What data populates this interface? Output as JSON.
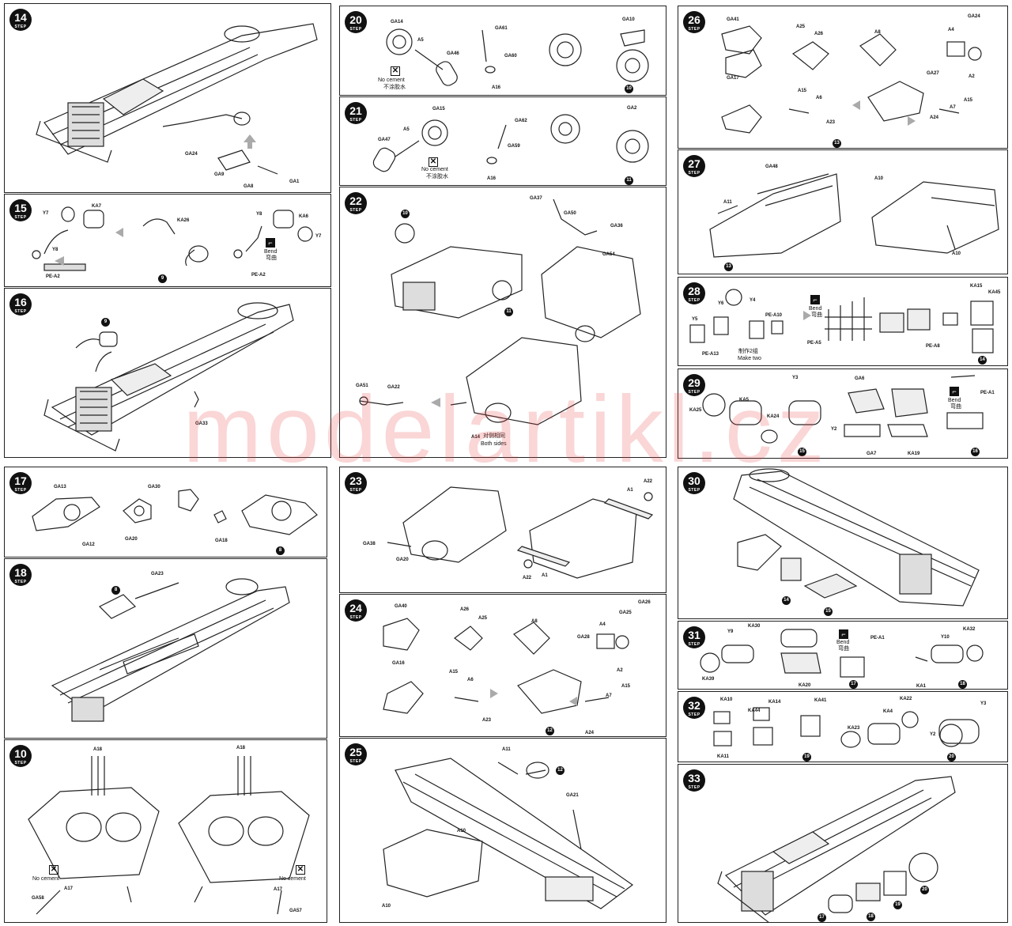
{
  "watermark": "modelartikl.cz",
  "step_word": "STEP",
  "steps": {
    "s14": {
      "num": "14",
      "labels": {
        "l1": "GA24",
        "l2": "GA9",
        "l3": "GA8",
        "l4": "GA1"
      }
    },
    "s15": {
      "num": "15",
      "labels": {
        "l1": "Y7",
        "l2": "KA7",
        "l3": "Y8",
        "l4": "PE-A2",
        "l5": "KA26",
        "l6": "Y8",
        "l7": "KA6",
        "l8": "Y7",
        "l9": "PE-A2"
      },
      "bend": "Bend",
      "bend_cn": "弯曲",
      "ref": "9"
    },
    "s16": {
      "num": "16",
      "labels": {
        "l1": "GA33"
      },
      "ref": "9"
    },
    "s17": {
      "num": "17",
      "labels": {
        "l1": "GA13",
        "l2": "GA12",
        "l3": "GA30",
        "l4": "GA20",
        "l5": "GA18"
      },
      "ref": "8"
    },
    "s18": {
      "num": "18",
      "labels": {
        "l1": "GA23"
      },
      "ref": "8"
    },
    "s19": {
      "num": "10",
      "labels": {
        "l1": "A18",
        "l2": "A18",
        "l3": "A17",
        "l4": "GA58",
        "l5": "A17",
        "l6": "GA57"
      },
      "nocement": "No cement",
      "nocement_cn": "不涂胶水"
    },
    "s20": {
      "num": "20",
      "labels": {
        "l1": "GA14",
        "l2": "A5",
        "l3": "GA46",
        "l4": "GA61",
        "l5": "GA60",
        "l6": "A16",
        "l7": "GA10"
      },
      "nocement": "No cement",
      "nocement_cn": "不涂胶水",
      "ref": "10"
    },
    "s21": {
      "num": "21",
      "labels": {
        "l1": "GA15",
        "l2": "A5",
        "l3": "GA47",
        "l4": "GA62",
        "l5": "GA59",
        "l6": "A16",
        "l7": "GA2"
      },
      "nocement": "No cement",
      "nocement_cn": "不涂胶水",
      "ref": "11"
    },
    "s22": {
      "num": "22",
      "labels": {
        "l1": "GA37",
        "l2": "GA50",
        "l3": "GA36",
        "l4": "GA54",
        "l5": "GA51",
        "l6": "GA22",
        "l7": "A14"
      },
      "refs": {
        "r1": "10",
        "r2": "11"
      },
      "bothsides_cn": "对侧相同",
      "bothsides": "Both sides"
    },
    "s23": {
      "num": "23",
      "labels": {
        "l1": "A1",
        "l2": "A22",
        "l3": "GA38",
        "l4": "GA20",
        "l5": "A22",
        "l6": "A1"
      }
    },
    "s24": {
      "num": "24",
      "labels": {
        "l1": "GA40",
        "l2": "GA16",
        "l3": "A26",
        "l4": "A25",
        "l5": "A8",
        "l6": "A4",
        "l7": "GA25",
        "l8": "GA26",
        "l9": "GA28",
        "l10": "A2",
        "l11": "A15",
        "l12": "A6",
        "l13": "A23",
        "l14": "A7",
        "l15": "A15",
        "l16": "A24"
      },
      "ref": "12"
    },
    "s25": {
      "num": "25",
      "labels": {
        "l1": "A11",
        "l2": "GA21",
        "l3": "A10",
        "l4": "A10"
      },
      "ref": "12"
    },
    "s26": {
      "num": "26",
      "labels": {
        "l1": "GA41",
        "l2": "GA17",
        "l3": "A25",
        "l4": "A26",
        "l5": "A8",
        "l6": "GA24",
        "l7": "A4",
        "l8": "GA27",
        "l9": "A2",
        "l10": "A15",
        "l11": "A6",
        "l12": "A23",
        "l13": "A24",
        "l14": "A7",
        "l15": "A15"
      },
      "ref": "13"
    },
    "s27": {
      "num": "27",
      "labels": {
        "l1": "GA48",
        "l2": "A11",
        "l3": "A10",
        "l4": "A10"
      },
      "ref": "13"
    },
    "s28": {
      "num": "28",
      "labels": {
        "l1": "Y5",
        "l2": "Y6",
        "l3": "Y4",
        "l4": "PE-A10",
        "l5": "PE-A13",
        "l6": "PE-A5",
        "l7": "PE-A8",
        "l8": "KA15",
        "l9": "KA45"
      },
      "bend": "Bend",
      "bend_cn": "弯曲",
      "maketwo_cn": "制作2组",
      "maketwo": "Make two",
      "ref": "14"
    },
    "s29": {
      "num": "29",
      "labels": {
        "l1": "KA25",
        "l2": "KA5",
        "l3": "KA24",
        "l4": "Y3",
        "l5": "Y2",
        "l6": "GA6",
        "l7": "GA7",
        "l8": "KA19",
        "l9": "PE-A1"
      },
      "bend": "Bend",
      "bend_cn": "弯曲",
      "refs": {
        "r1": "15",
        "r2": "16"
      }
    },
    "s30": {
      "num": "30",
      "refs": {
        "r1": "14",
        "r2": "15"
      }
    },
    "s31": {
      "num": "31",
      "labels": {
        "l1": "Y9",
        "l2": "KA30",
        "l3": "KA39",
        "l4": "KA20",
        "l5": "PE-A1",
        "l6": "Y10",
        "l7": "KA32",
        "l8": "KA1"
      },
      "bend": "Bend",
      "bend_cn": "弯曲",
      "refs": {
        "r1": "17",
        "r2": "18"
      }
    },
    "s32": {
      "num": "32",
      "labels": {
        "l1": "KA10",
        "l2": "KA11",
        "l3": "KA44",
        "l4": "KA14",
        "l5": "KA41",
        "l6": "KA22",
        "l7": "KA23",
        "l8": "KA4",
        "l9": "Y3",
        "l10": "Y2"
      },
      "refs": {
        "r1": "19",
        "r2": "20"
      }
    },
    "s33": {
      "num": "33",
      "refs": {
        "r1": "17",
        "r2": "18",
        "r3": "19",
        "r4": "20"
      }
    }
  }
}
